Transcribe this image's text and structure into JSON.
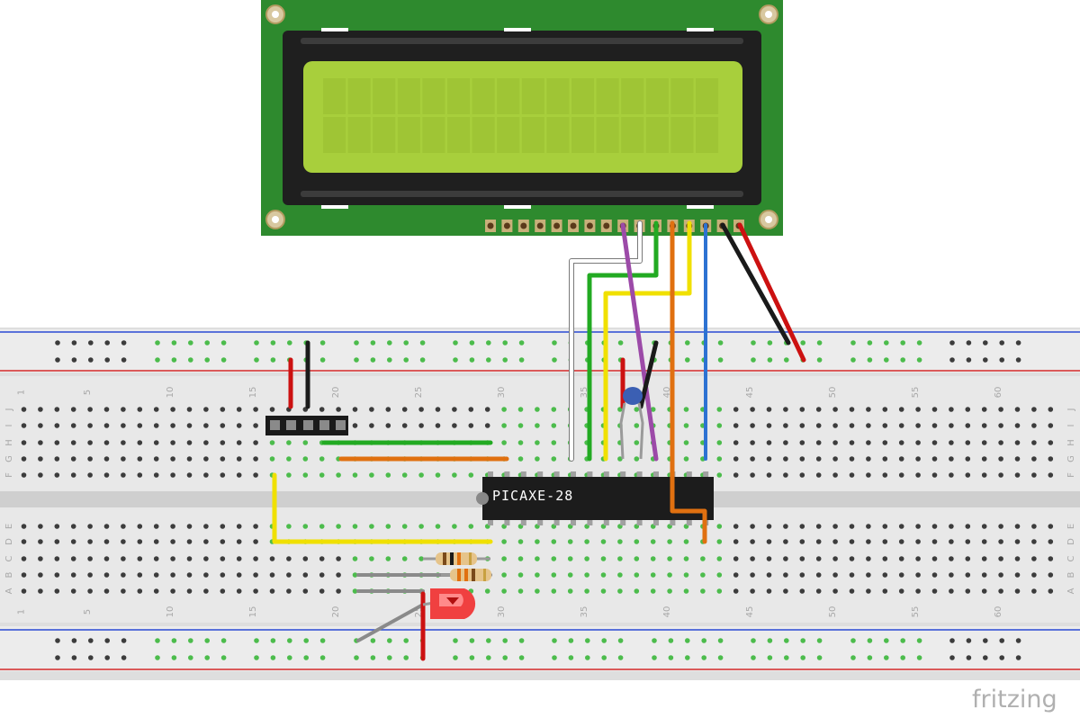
{
  "lcd": {
    "rows": 2,
    "cols": 16,
    "pin_count": 16,
    "screen_color": "#a8cf3c",
    "pcb_color": "#2e8a2e"
  },
  "breadboard": {
    "columns": 63,
    "column_labels": [
      "1",
      "5",
      "10",
      "15",
      "20",
      "25",
      "30",
      "35",
      "40",
      "45",
      "50",
      "55",
      "60"
    ],
    "top_row_labels": [
      "J",
      "I",
      "H",
      "G",
      "F"
    ],
    "bottom_row_labels": [
      "E",
      "D",
      "C",
      "B",
      "A"
    ],
    "body_color": "#dcdcdc",
    "rail_red": "#d42a2a",
    "rail_blue": "#2a4ad4"
  },
  "chip": {
    "label": "PICAXE-28"
  },
  "wire_colors": {
    "white": "#ffffff",
    "green": "#22aa22",
    "yellow": "#f0e000",
    "purple": "#9c4aa8",
    "orange": "#e07010",
    "blue": "#2d72d2",
    "black": "#1a1a1a",
    "red": "#cc1111",
    "gray": "#8a8a8a"
  },
  "components": [
    "header-pins",
    "capacitor",
    "resistor",
    "resistor",
    "led"
  ],
  "logo": {
    "text": "fritzing"
  }
}
